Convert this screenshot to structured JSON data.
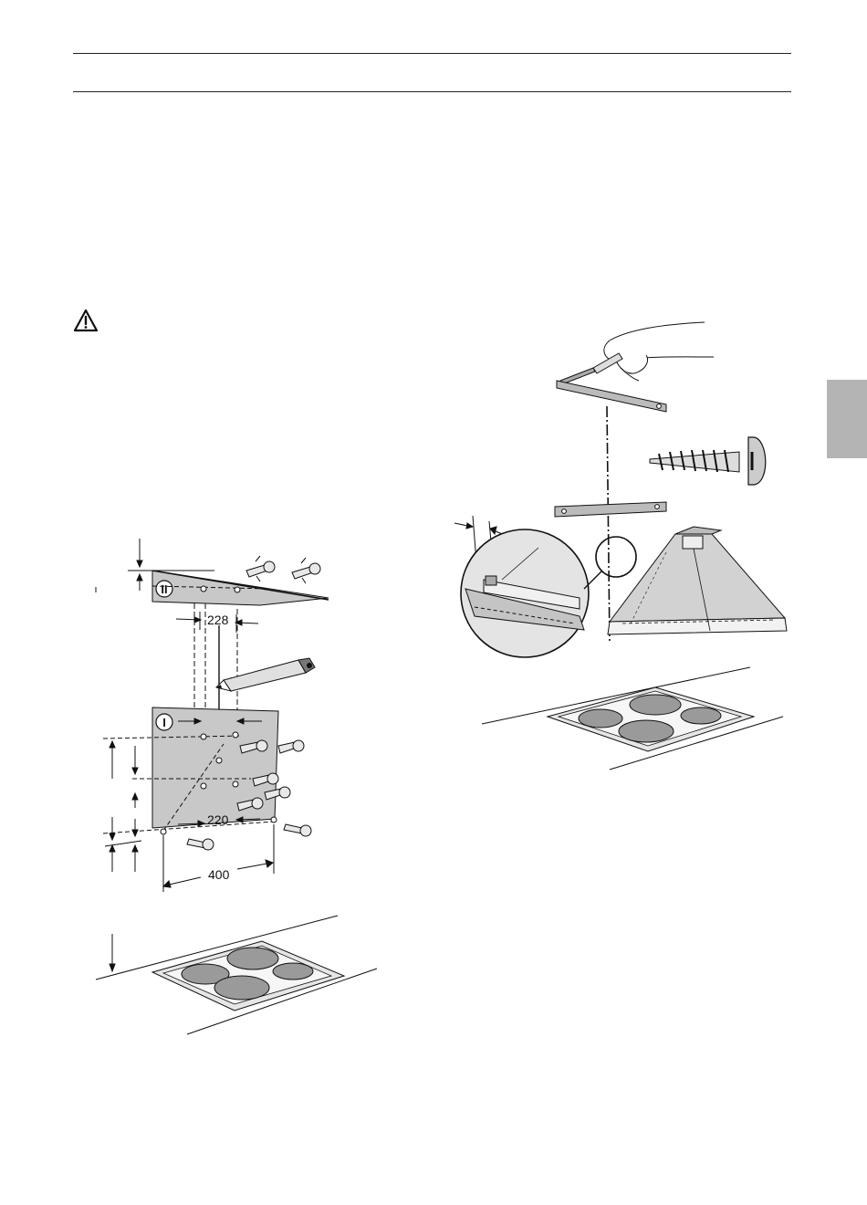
{
  "figure_left": {
    "dim_top": "228",
    "dim_middle": "220",
    "dim_bottom": "400",
    "template_upper_label": "II",
    "template_lower_label": "I"
  },
  "colors": {
    "rule": "#222222",
    "tab": "#b4b4b4",
    "template_fill": "#c8c8c8",
    "hood_fill": "#d2d2d2",
    "hob_plate": "#9a9a9a"
  },
  "icons": {
    "warning": "warning-triangle-icon"
  }
}
